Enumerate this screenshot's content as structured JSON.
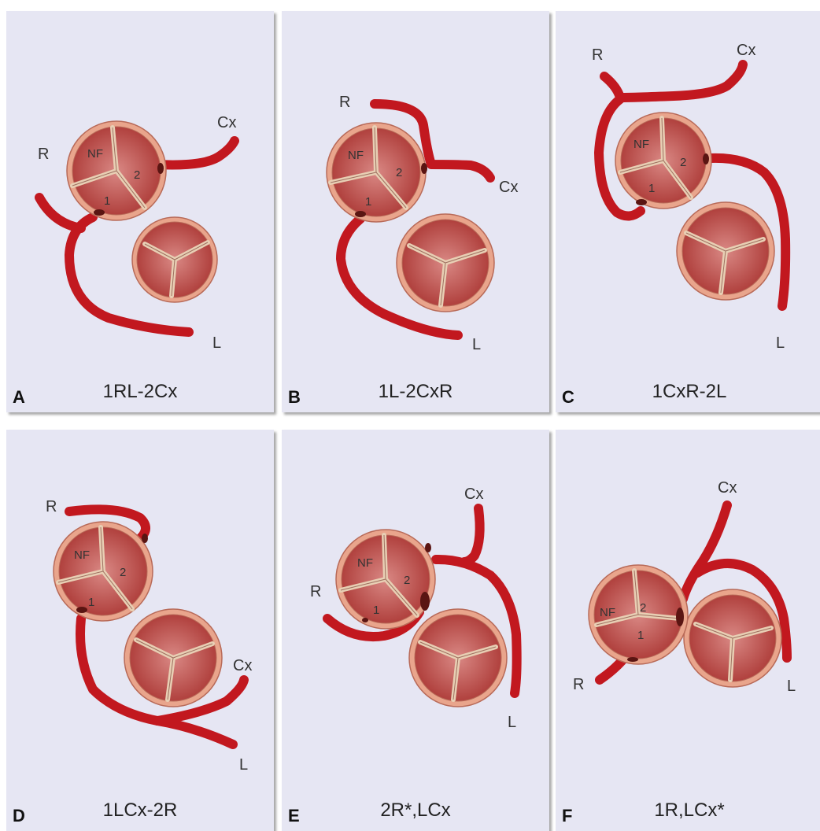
{
  "panels": [
    {
      "letter": "A",
      "caption": "1RL-2Cx",
      "labels": {
        "R": "R",
        "L": "L",
        "Cx": "Cx",
        "NF": "NF",
        "c1": "1",
        "c2": "2"
      }
    },
    {
      "letter": "B",
      "caption": "1L-2CxR",
      "labels": {
        "R": "R",
        "L": "L",
        "Cx": "Cx",
        "NF": "NF",
        "c1": "1",
        "c2": "2"
      }
    },
    {
      "letter": "C",
      "caption": "1CxR-2L",
      "labels": {
        "R": "R",
        "L": "L",
        "Cx": "Cx",
        "NF": "NF",
        "c1": "1",
        "c2": "2"
      }
    },
    {
      "letter": "D",
      "caption": "1LCx-2R",
      "labels": {
        "R": "R",
        "L": "L",
        "Cx": "Cx",
        "NF": "NF",
        "c1": "1",
        "c2": "2"
      }
    },
    {
      "letter": "E",
      "caption": "2R*,LCx",
      "labels": {
        "R": "R",
        "L": "L",
        "Cx": "Cx",
        "NF": "NF",
        "c1": "1",
        "c2": "2"
      }
    },
    {
      "letter": "F",
      "caption": "1R,LCx*",
      "labels": {
        "R": "R",
        "L": "L",
        "Cx": "Cx",
        "NF": "NF",
        "c1": "1",
        "c2": "2"
      }
    }
  ],
  "colors": {
    "background": "#e6e6f3",
    "vessel": "#c2181f",
    "valve_ring": "#e9a58c",
    "cusp": "#b5403f",
    "commissure": "#e8cfb4"
  }
}
